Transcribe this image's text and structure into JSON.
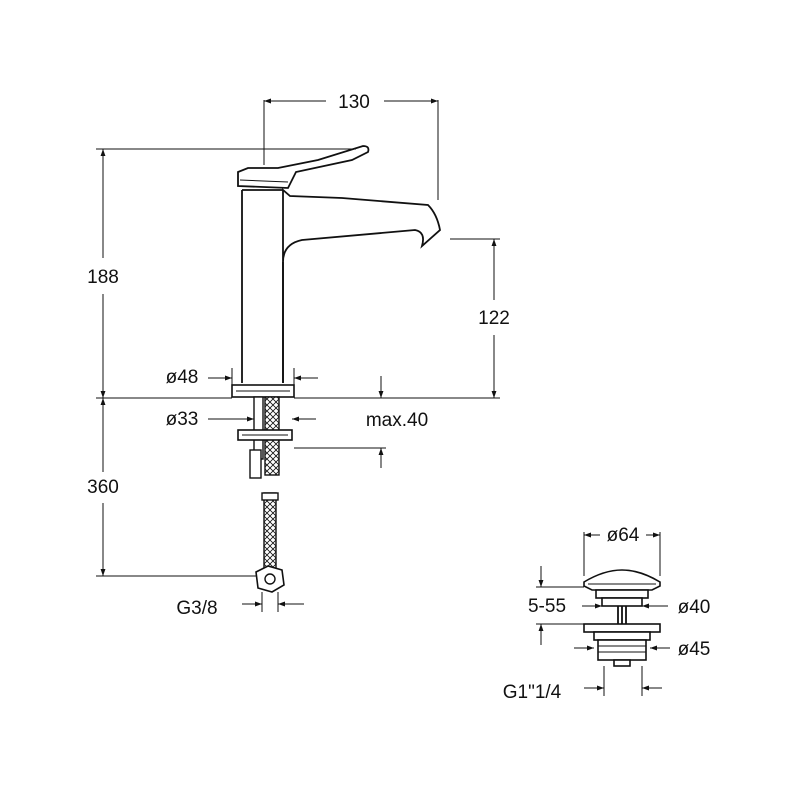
{
  "faucet": {
    "width_label": "130",
    "height_label": "188",
    "spout_height_label": "122",
    "base_diameter_label": "ø48",
    "hole_diameter_label": "ø33",
    "deck_thickness_label": "max.40",
    "hose_length_label": "360",
    "connection_label": "G3/8"
  },
  "waste": {
    "cap_diameter_label": "ø64",
    "thickness_range_label": "5-55",
    "inner_diameter_label": "ø40",
    "flange_diameter_label": "ø45",
    "thread_label": "G1\"1/4"
  }
}
